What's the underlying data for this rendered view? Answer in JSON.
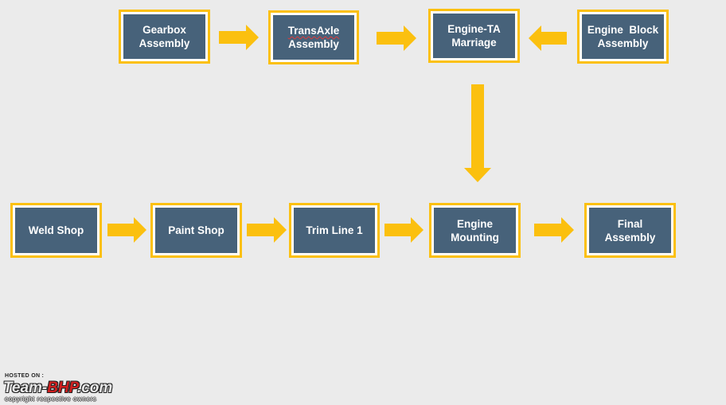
{
  "colors": {
    "background": "#ebebeb",
    "node_fill": "#47627a",
    "node_border": "#fbc00f",
    "node_text": "#ffffff",
    "arrow": "#fbc00f"
  },
  "nodes": {
    "gearbox": {
      "line1": "Gearbox",
      "line2": "Assembly"
    },
    "transaxle": {
      "line1": "TransAxle",
      "line2": "Assembly"
    },
    "engine_ta": {
      "line1": "Engine-TA",
      "line2": "Marriage"
    },
    "engine_block": {
      "line1": "Engine  Block",
      "line2": "Assembly"
    },
    "weld": {
      "line1": "Weld Shop"
    },
    "paint": {
      "line1": "Paint Shop"
    },
    "trim": {
      "line1": "Trim Line 1"
    },
    "engine_mounting": {
      "line1": "Engine",
      "line2": "Mounting"
    },
    "final": {
      "line1": "Final",
      "line2": "Assembly"
    }
  },
  "edges": [
    {
      "from": "gearbox",
      "to": "transaxle"
    },
    {
      "from": "transaxle",
      "to": "engine_ta"
    },
    {
      "from": "engine_block",
      "to": "engine_ta"
    },
    {
      "from": "engine_ta",
      "to": "engine_mounting"
    },
    {
      "from": "weld",
      "to": "paint"
    },
    {
      "from": "paint",
      "to": "trim"
    },
    {
      "from": "trim",
      "to": "engine_mounting"
    },
    {
      "from": "engine_mounting",
      "to": "final"
    }
  ],
  "watermark": {
    "hosted_on": "HOSTED ON :",
    "site_part1": "Team-",
    "site_part2": "BHP",
    "site_part3": ".com",
    "copyright": "copyright respective owners"
  }
}
